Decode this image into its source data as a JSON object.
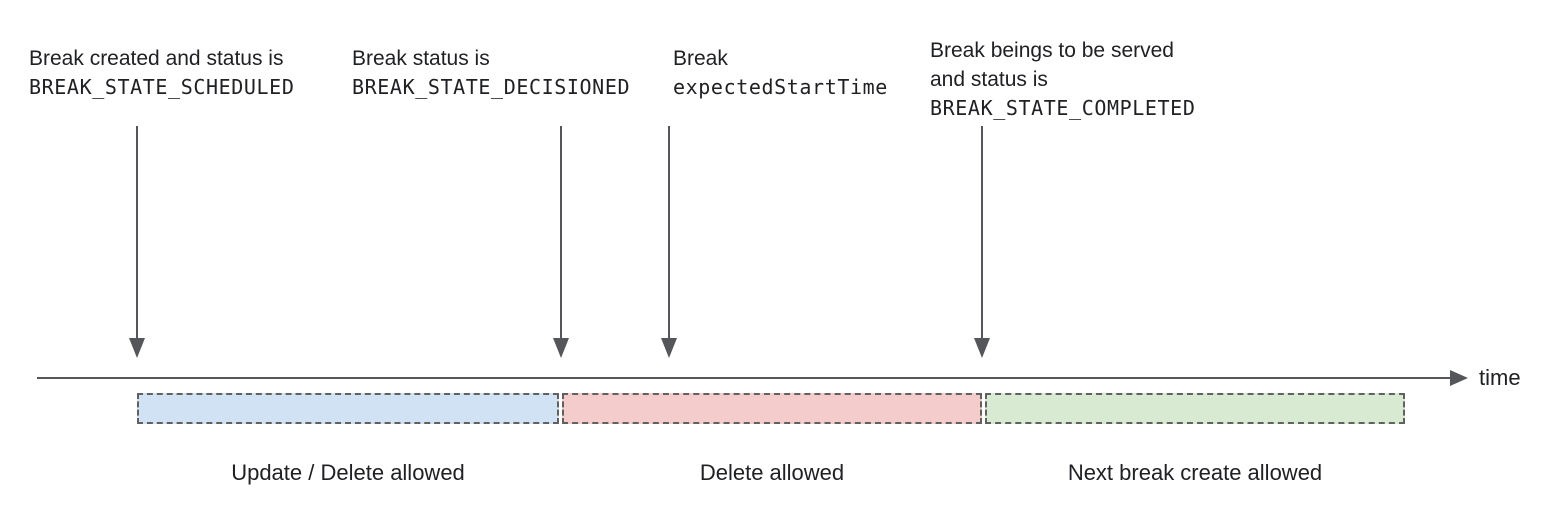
{
  "annotations": [
    {
      "lines": [
        "Break created and status is",
        "BREAK_STATE_SCHEDULED"
      ]
    },
    {
      "lines": [
        "Break status is",
        "BREAK_STATE_DECISIONED"
      ]
    },
    {
      "lines": [
        "Break",
        "expectedStartTime"
      ]
    },
    {
      "lines": [
        "Break beings to be served",
        "and status is",
        "BREAK_STATE_COMPLETED"
      ]
    }
  ],
  "timeline": {
    "axis_label": "time",
    "axis_color": "#54565a"
  },
  "segments": [
    {
      "label": "Update / Delete allowed",
      "color": "#d0e2f3"
    },
    {
      "label": "Delete allowed",
      "color": "#f4cccc"
    },
    {
      "label": "Next break create allowed",
      "color": "#d9ead3"
    }
  ],
  "colors": {
    "text": "#202124",
    "arrow": "#54565a",
    "segment_border": "#616161"
  }
}
